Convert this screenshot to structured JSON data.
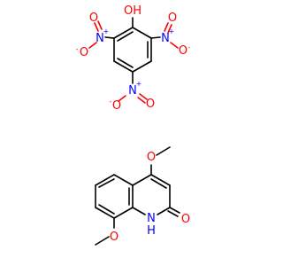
{
  "colors": {
    "bond": "#000000",
    "oxygen": "#ff0000",
    "nitrogen": "#0000ff"
  },
  "picric_acid": {
    "hydroxyl": "OH",
    "nitro_1": {
      "n": "N",
      "n_charge": "+",
      "o_single": "O",
      "o_charge": "-",
      "o_double": "O"
    },
    "nitro_2": {
      "n": "N",
      "n_charge": "+",
      "o_single": "O",
      "o_charge": "-",
      "o_double": "O"
    },
    "nitro_3": {
      "n": "N",
      "n_charge": "+",
      "o_single": "O",
      "o_charge": "-",
      "o_double": "O"
    }
  },
  "quinolinone": {
    "methoxy_4_oxygen": "O",
    "methoxy_8_oxygen": "O",
    "carbonyl_oxygen": "O",
    "ring_nitrogen": "N",
    "ring_nitrogen_h": "H"
  }
}
